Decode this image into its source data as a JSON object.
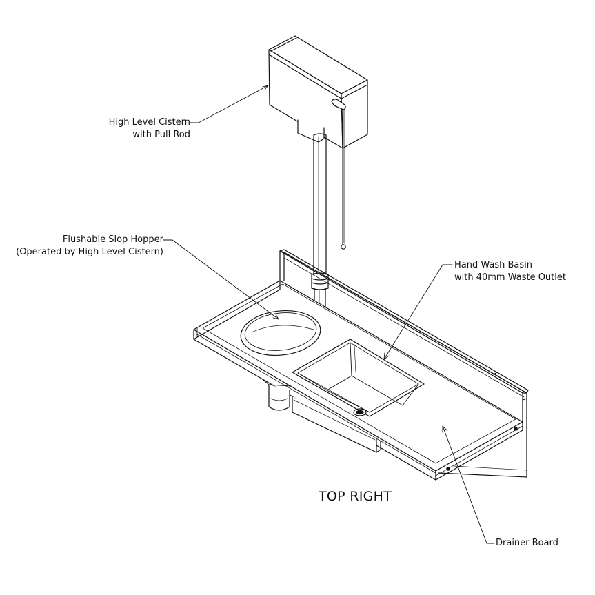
{
  "labels": {
    "cistern": {
      "line1": "High Level Cistern",
      "line2": "with Pull Rod"
    },
    "hopper": {
      "line1": "Flushable Slop Hopper",
      "line2": "(Operated by High Level Cistern)"
    },
    "basin": {
      "line1": "Hand Wash Basin",
      "line2": "with 40mm Waste Outlet"
    },
    "drainer": {
      "line1": "Drainer Board"
    }
  },
  "view_title": "TOP RIGHT",
  "colors": {
    "line": "#111111",
    "background": "#ffffff"
  }
}
